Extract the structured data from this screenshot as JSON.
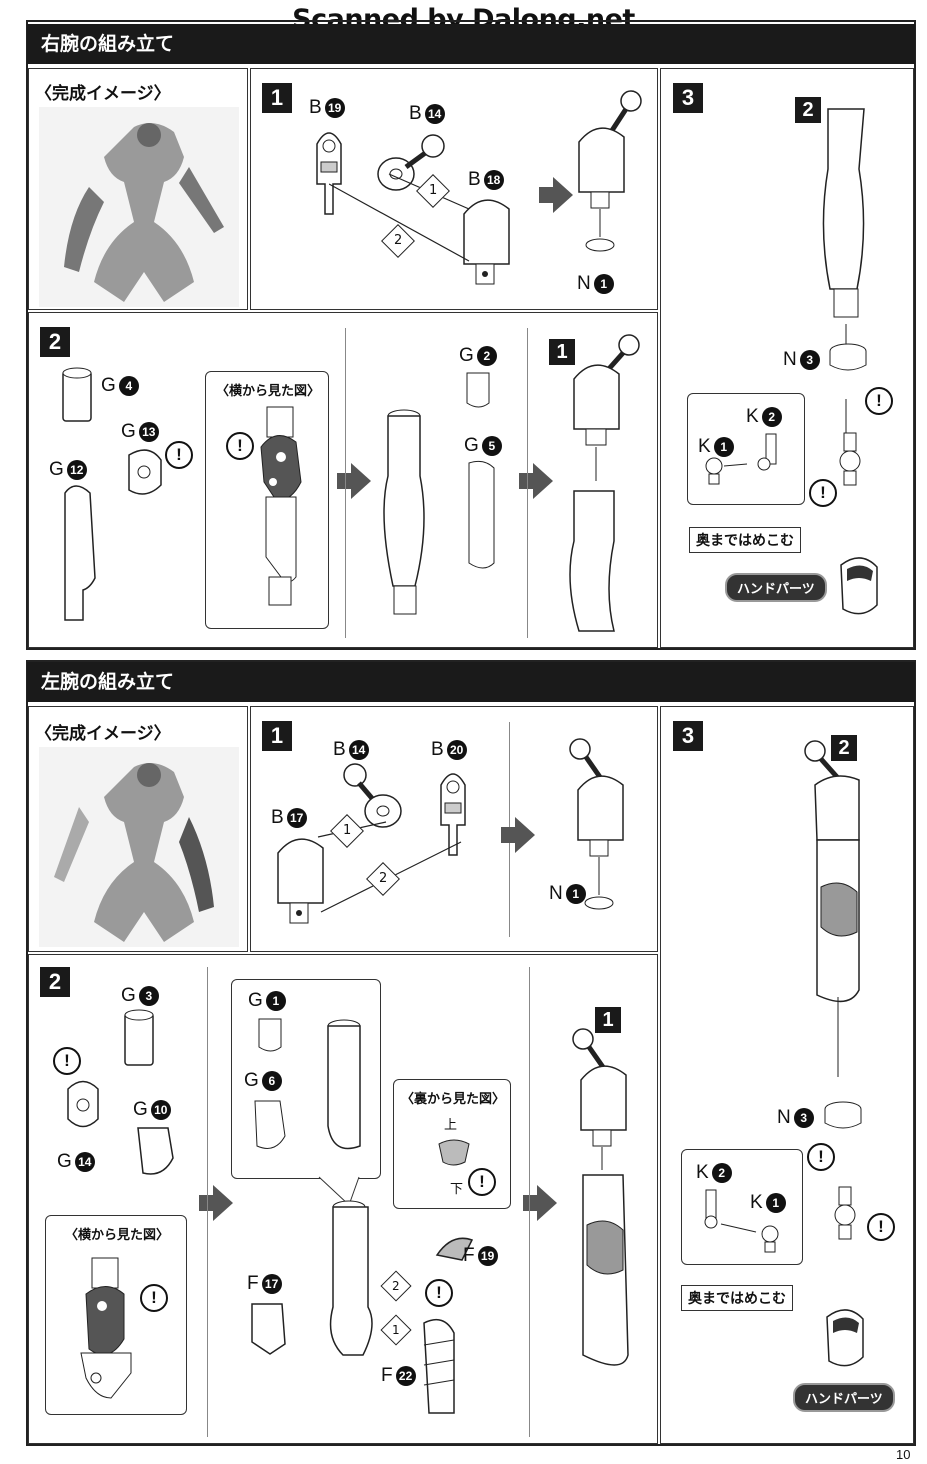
{
  "watermark": "Scanned by Dalong.net",
  "page_number": "10",
  "right_arm": {
    "title": "右腕の組み立て",
    "preview_caption": "〈完成イメージ〉",
    "step1": {
      "num": "1",
      "labels": {
        "b19": "B",
        "b19n": "19",
        "b14": "B",
        "b14n": "14",
        "b18": "B",
        "b18n": "18",
        "n1": "N",
        "n1n": "1"
      },
      "order": [
        "1",
        "2"
      ]
    },
    "step2": {
      "num": "2",
      "labels": {
        "g4": "G",
        "g4n": "4",
        "g13": "G",
        "g13n": "13",
        "g12": "G",
        "g12n": "12",
        "g2": "G",
        "g2n": "2",
        "g5": "G",
        "g5n": "5"
      },
      "side_view": "〈横から見た図〉",
      "sub_num": "1",
      "warn": "!"
    },
    "step3": {
      "num": "3",
      "sub_num": "2",
      "labels": {
        "n3": "N",
        "n3n": "3",
        "k2": "K",
        "k2n": "2",
        "k1": "K",
        "k1n": "1"
      },
      "push_note": "奥まではめこむ",
      "hand_parts": "ハンドパーツ"
    }
  },
  "left_arm": {
    "title": "左腕の組み立て",
    "preview_caption": "〈完成イメージ〉",
    "step1": {
      "num": "1",
      "labels": {
        "b14": "B",
        "b14n": "14",
        "b20": "B",
        "b20n": "20",
        "b17": "B",
        "b17n": "17",
        "n1": "N",
        "n1n": "1"
      },
      "order": [
        "1",
        "2"
      ]
    },
    "step2": {
      "num": "2",
      "labels": {
        "g3": "G",
        "g3n": "3",
        "g10": "G",
        "g10n": "10",
        "g14": "G",
        "g14n": "14",
        "g1": "G",
        "g1n": "1",
        "g6": "G",
        "g6n": "6",
        "f19": "F",
        "f19n": "19",
        "f17": "F",
        "f17n": "17",
        "f22": "F",
        "f22n": "22"
      },
      "side_view": "〈横から見た図〉",
      "back_view": "〈裏から見た図〉",
      "up": "上",
      "down": "下",
      "sub_num": "1",
      "warn": "!"
    },
    "step3": {
      "num": "3",
      "sub_num": "2",
      "labels": {
        "n3": "N",
        "n3n": "3",
        "k2": "K",
        "k2n": "2",
        "k1": "K",
        "k1n": "1"
      },
      "push_note": "奥まではめこむ",
      "hand_parts": "ハンドパーツ"
    }
  }
}
